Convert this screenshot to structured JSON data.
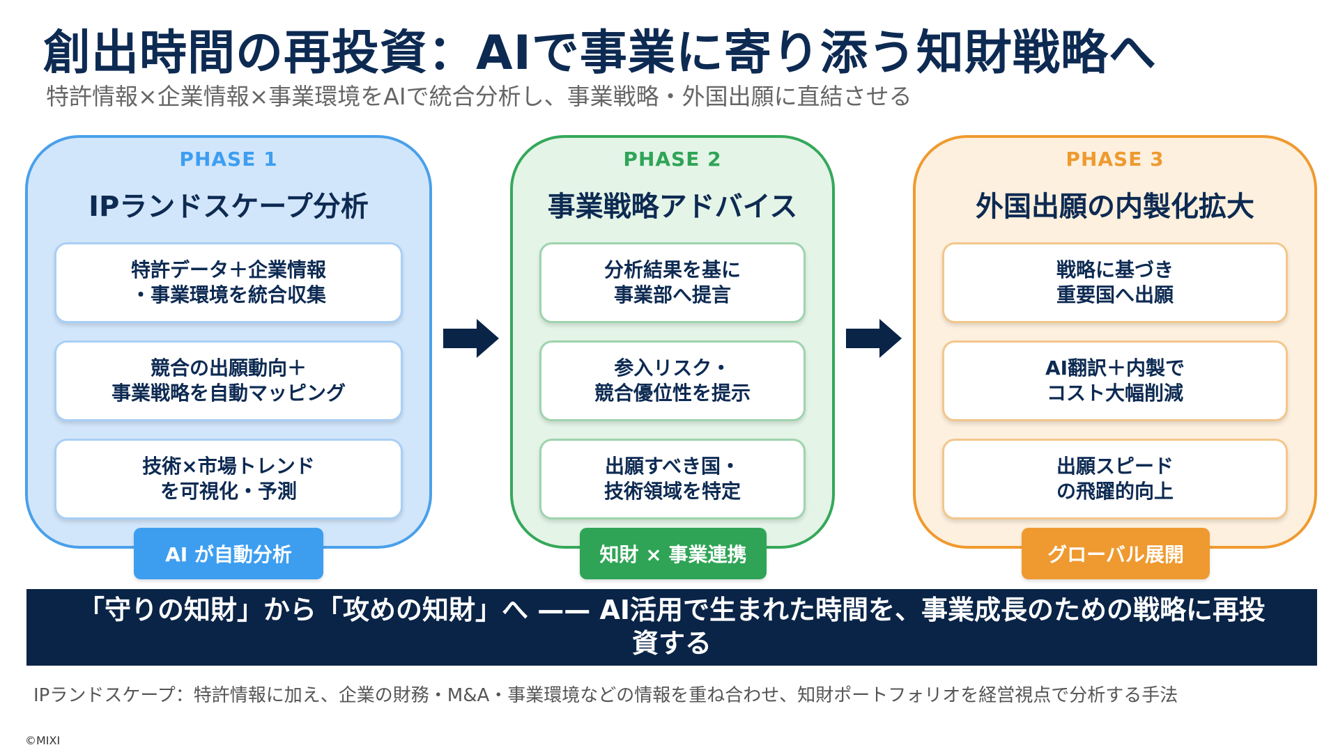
{
  "header": {
    "title": "創出時間の再投資：AIで事業に寄り添う知財戦略へ",
    "subtitle": "特許情報×企業情報×事業環境をAIで統合分析し、事業戦略・外国出願に直結させる"
  },
  "phases": [
    {
      "label": "PHASE 1",
      "title": "IPランドスケープ分析",
      "cards": [
        "特許データ＋企業情報\n・事業環境を統合収集",
        "競合の出願動向＋\n事業戦略を自動マッピング",
        "技術×市場トレンド\nを可視化・予測"
      ],
      "tag": "AI が自動分析"
    },
    {
      "label": "PHASE 2",
      "title": "事業戦略アドバイス",
      "cards": [
        "分析結果を基に\n事業部へ提言",
        "参入リスク・\n競合優位性を提示",
        "出願すべき国・\n技術領域を特定"
      ],
      "tag": "知財 × 事業連携"
    },
    {
      "label": "PHASE 3",
      "title": "外国出願の内製化拡大",
      "cards": [
        "戦略に基づき\n重要国へ出願",
        "AI翻訳＋内製で\nコスト大幅削減",
        "出願スピード\nの飛躍的向上"
      ],
      "tag": "グローバル展開"
    }
  ],
  "banner": "「守りの知財」から「攻めの知財」へ —— AI活用で生まれた時間を、事業成長のための戦略に再投資する",
  "footnote": "IPランドスケープ：特許情報に加え、企業の財務・M&A・事業環境などの情報を重ね合わせ、知財ポートフォリオを経営視点で分析する手法",
  "copyright": "©MIXI",
  "colors": {
    "navy": "#0d2a52",
    "phase1": "#3d9ef0",
    "phase2": "#2fa456",
    "phase3": "#ee9a30"
  },
  "icons": [
    "arrow-right-icon"
  ]
}
